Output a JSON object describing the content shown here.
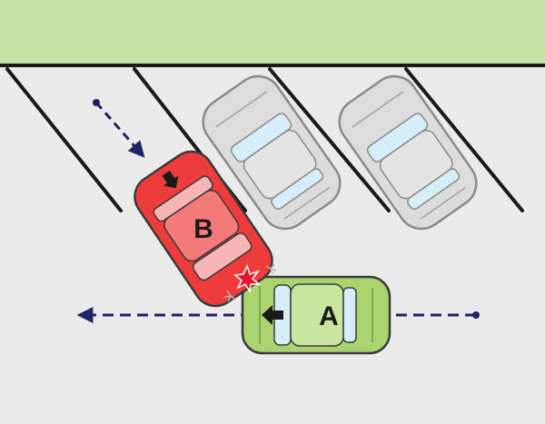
{
  "colors": {
    "background": "#ebebeb",
    "curb_strip": "#c7e3a3",
    "lane_line": "#1a1a1a",
    "arrow": "#1f2266",
    "car_a_body": "#a9d470",
    "car_b_body": "#ee3b3b",
    "parked_car_body": "#dcdcdc",
    "glass": "#d6eef7",
    "impact": "#e8102a"
  },
  "cars": [
    {
      "id": "A",
      "label": "A",
      "state": "moving-left"
    },
    {
      "id": "B",
      "label": "B",
      "state": "reversing-out"
    },
    {
      "id": "P1",
      "label": "",
      "state": "parked"
    },
    {
      "id": "P2",
      "label": "",
      "state": "parked"
    }
  ],
  "icons": [
    "arrow-left-icon",
    "arrow-down-icon",
    "impact-star-icon"
  ]
}
